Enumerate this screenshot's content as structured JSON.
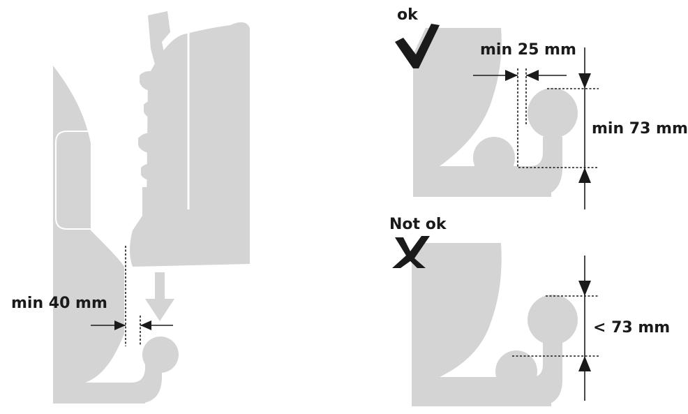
{
  "left_panel": {
    "clearance_label": "min 40 mm"
  },
  "ok_panel": {
    "status_label": "ok",
    "horizontal_label": "min 25 mm",
    "vertical_label": "min 73 mm"
  },
  "not_ok_panel": {
    "status_label": "Not ok",
    "vertical_label": "< 73 mm"
  },
  "colors": {
    "shape_gray": "#d4d4d4",
    "line_black": "#1a1a1a"
  },
  "icons": [
    "check-mark-icon",
    "cross-mark-icon",
    "down-arrow-icon"
  ]
}
